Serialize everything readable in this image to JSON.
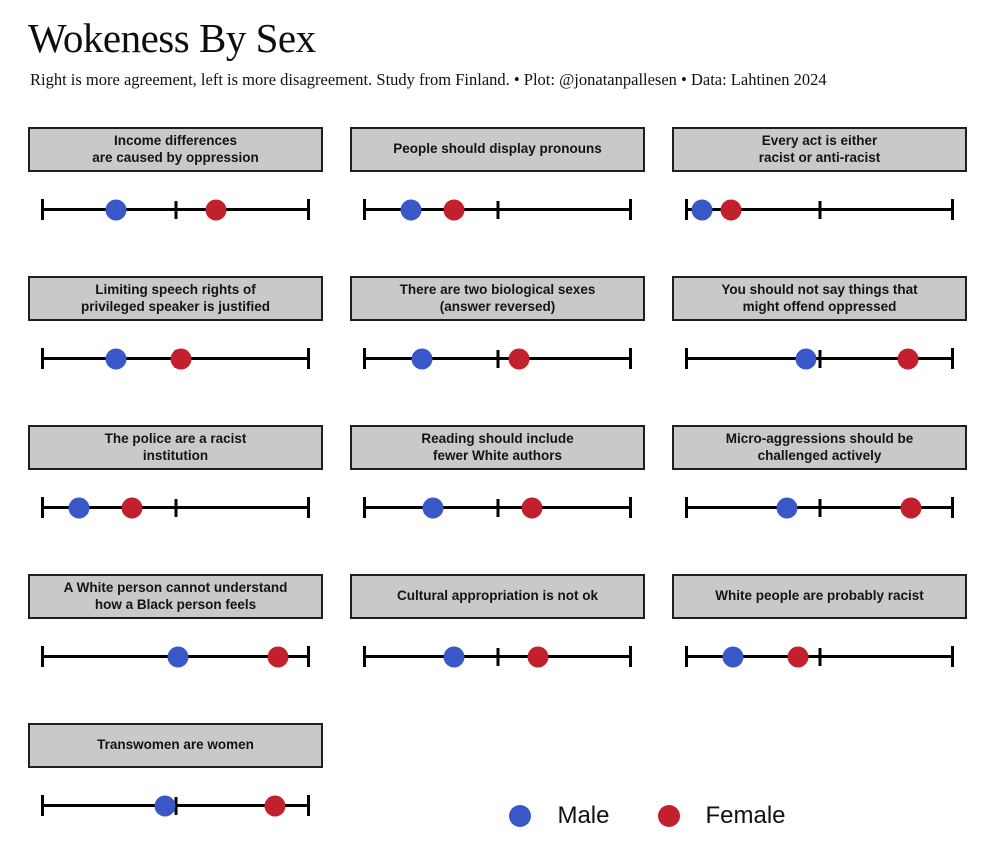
{
  "chart_data": {
    "type": "scatter",
    "title": "Wokeness By Sex",
    "subtitle": "Right is more agreement, left is more disagreement. Study from Finland. • Plot: @jonatanpallesen • Data: Lahtinen 2024",
    "xlabel": "",
    "ylabel": "",
    "x_axis": {
      "range": [
        0,
        1
      ],
      "ticks": [
        0,
        0.5,
        1
      ],
      "tick_labels": [],
      "note": "no numeric labels shown; right end = more agreement, left end = more disagreement"
    },
    "legend": {
      "position": "bottom",
      "entries": [
        {
          "name": "Male",
          "color": "#3a57c8"
        },
        {
          "name": "Female",
          "color": "#c2202c"
        }
      ]
    },
    "panels": [
      {
        "statement": "Income differences\nare caused by oppression",
        "male": 0.28,
        "female": 0.65
      },
      {
        "statement": "People should display pronouns",
        "male": 0.18,
        "female": 0.34
      },
      {
        "statement": "Every act is either\nracist or anti-racist",
        "male": 0.065,
        "female": 0.17
      },
      {
        "statement": "Limiting speech rights of\nprivileged speaker is justified",
        "male": 0.28,
        "female": 0.52
      },
      {
        "statement": "There are two biological sexes\n(answer reversed)",
        "male": 0.22,
        "female": 0.58
      },
      {
        "statement": "You should not say things that\nmight offend oppressed",
        "male": 0.45,
        "female": 0.83
      },
      {
        "statement": "The police are a racist\ninstitution",
        "male": 0.14,
        "female": 0.34
      },
      {
        "statement": "Reading should include\nfewer White authors",
        "male": 0.26,
        "female": 0.63
      },
      {
        "statement": "Micro-aggressions should be\nchallenged actively",
        "male": 0.38,
        "female": 0.84
      },
      {
        "statement": "A White person cannot understand\nhow a Black person feels",
        "male": 0.51,
        "female": 0.88
      },
      {
        "statement": "Cultural appropriation is not ok",
        "male": 0.34,
        "female": 0.65
      },
      {
        "statement": "White people are probably racist",
        "male": 0.18,
        "female": 0.42
      },
      {
        "statement": "Transwomen are women",
        "male": 0.46,
        "female": 0.87
      }
    ],
    "panel_header_bg": "#c9c9c9",
    "panel_header_border": "#1f1f1f",
    "axis_color": "#000000"
  }
}
